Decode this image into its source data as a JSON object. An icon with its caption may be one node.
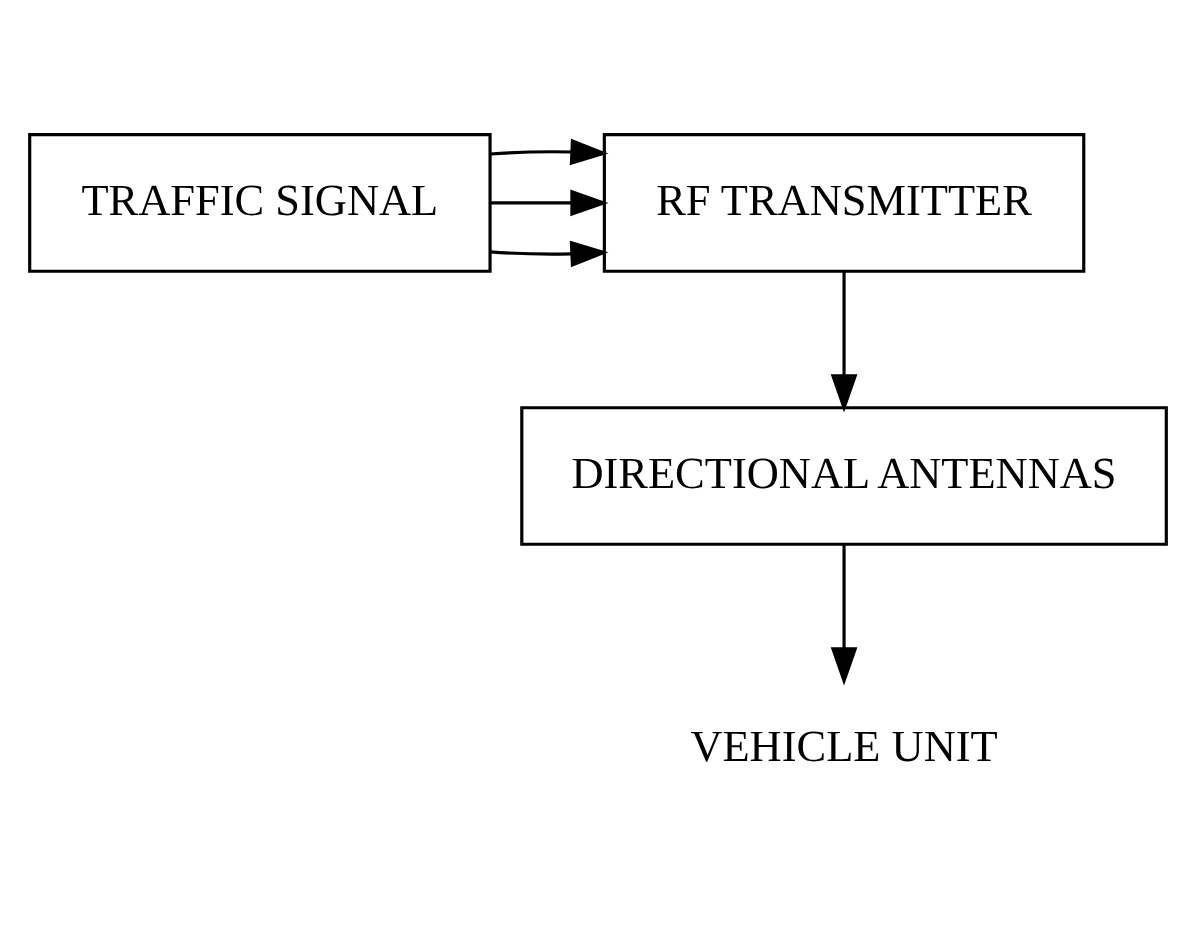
{
  "diagram": {
    "nodes": [
      {
        "text": [
          "TRAFFIC SIGNAL"
        ]
      },
      {
        "text": [
          "RF TRANSMITTER"
        ]
      },
      {
        "text": [
          "DIRECTIONAL ANTENNAS"
        ]
      },
      {
        "text": [
          "VEHICLE UNIT"
        ]
      }
    ],
    "edges": [
      {
        "from": 0,
        "to": 1,
        "arrow": "to"
      },
      {
        "from": 0,
        "to": 1,
        "arrow": "to"
      },
      {
        "from": 0,
        "to": 1,
        "arrow": "to"
      },
      {
        "from": 1,
        "to": 2,
        "arrow": "to"
      },
      {
        "from": 2,
        "to": 3,
        "arrow": "to"
      }
    ]
  }
}
